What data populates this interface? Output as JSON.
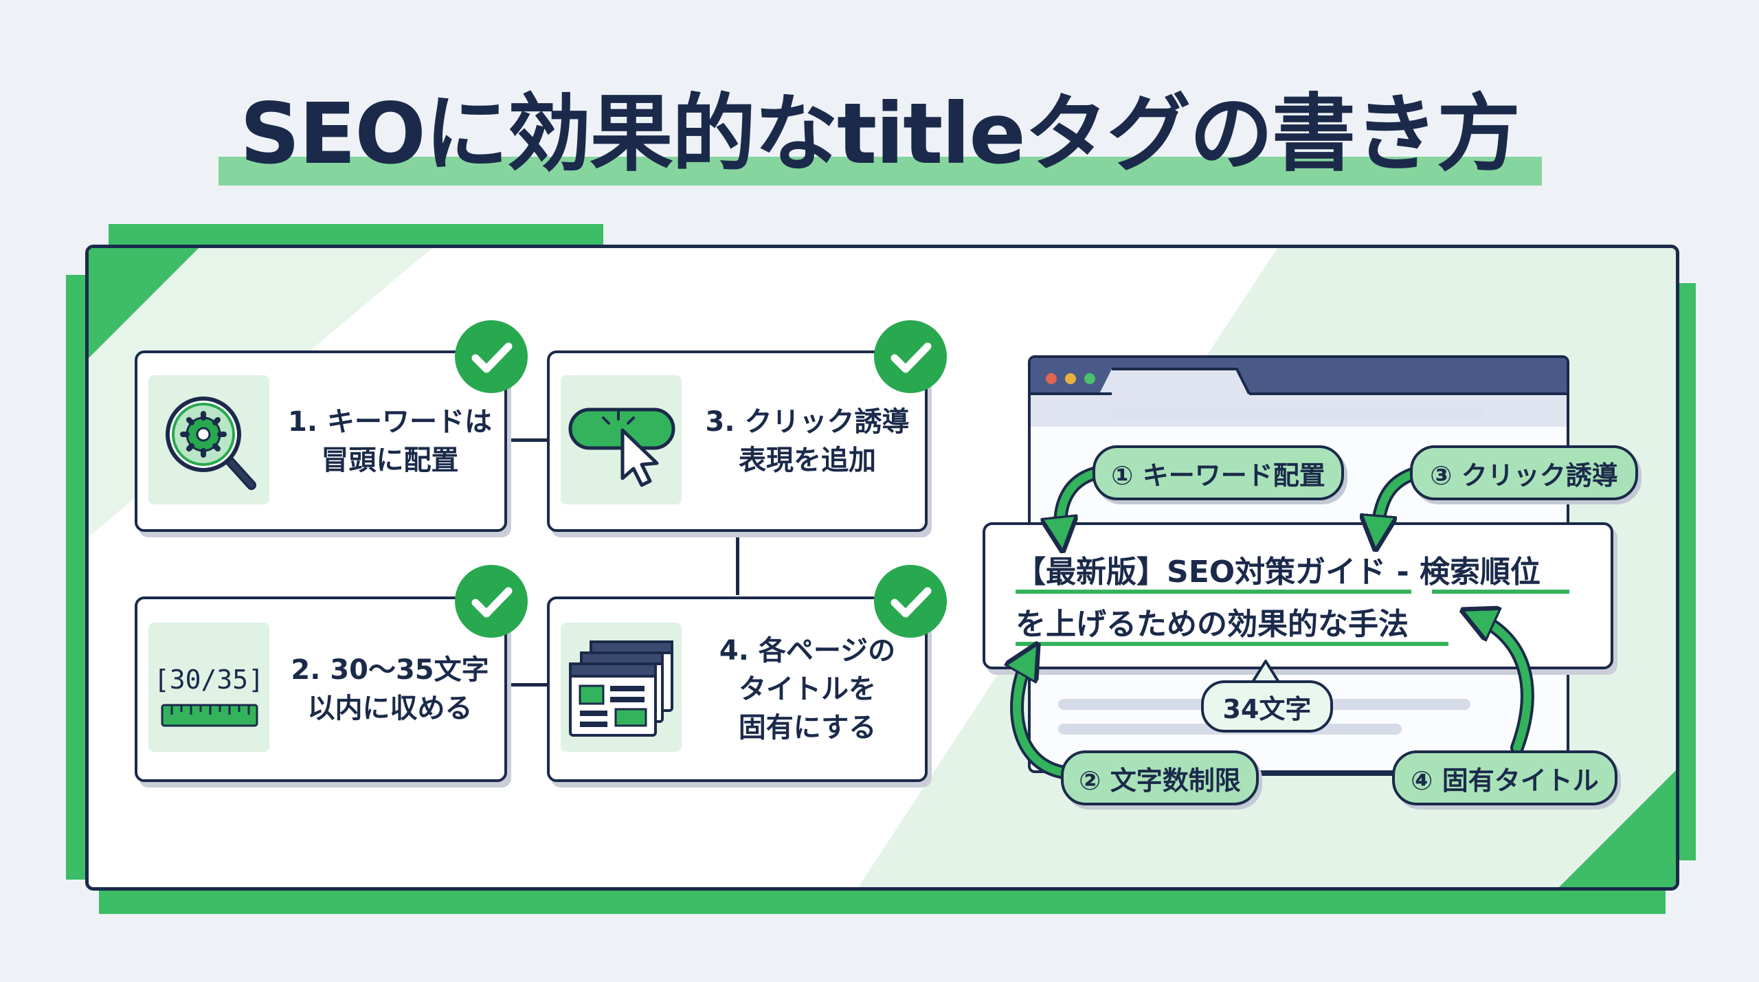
{
  "title": "SEOに効果的なtitleタグの書き方",
  "steps": [
    {
      "label": "1. キーワードは\n冒頭に配置",
      "icon": "magnifier-gear-icon"
    },
    {
      "label": "2. 30〜35文字\n以内に収める",
      "icon": "ruler-icon",
      "icon_text": "[30/35]"
    },
    {
      "label": "3. クリック誘導\n表現を追加",
      "icon": "cursor-click-icon"
    },
    {
      "label": "4. 各ページの\nタイトルを\n固有にする",
      "icon": "stacked-pages-icon"
    }
  ],
  "callouts": {
    "keyword": "① キーワード配置",
    "length": "② 文字数制限",
    "click": "③ クリック誘導",
    "unique": "④ 固有タイトル"
  },
  "serp_title": {
    "line1": "【最新版】SEO対策ガイド - 検索順位",
    "line2": "を上げるための効果的な手法"
  },
  "char_count": "34文字",
  "colors": {
    "navy": "#1b2a4a",
    "green": "#28a84f",
    "light_green": "#a9e2b9",
    "highlight": "#86d59e"
  }
}
